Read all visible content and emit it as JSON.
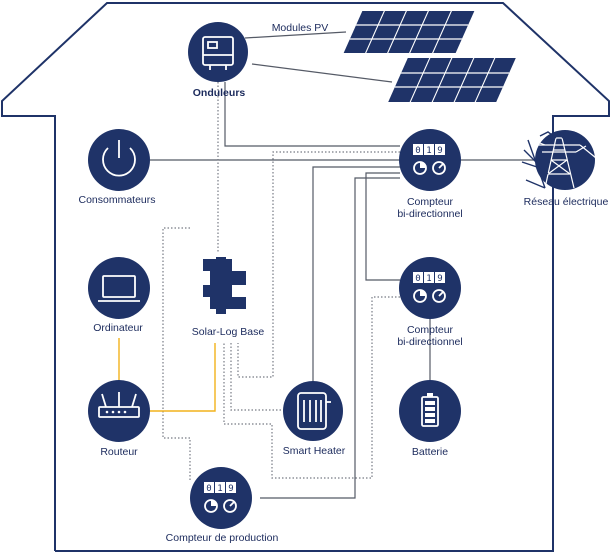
{
  "colors": {
    "node": "#1f3368",
    "line": "#555a66",
    "data_line": "#777b85",
    "network_line": "#f2b21b",
    "label": "#1b2a5c"
  },
  "labels": {
    "pv_modules": "Modules PV",
    "inverters": "Onduleurs",
    "consumers": "Consommateurs",
    "meter_top_line1": "Compteur",
    "meter_top_line2": "bi-directionnel",
    "grid": "Réseau électrique",
    "computer": "Ordinateur",
    "solarlog": "Solar-Log Base",
    "meter_mid_line1": "Compteur",
    "meter_mid_line2": "bi-directionnel",
    "router": "Routeur",
    "smart_heater": "Smart Heater",
    "battery": "Batterie",
    "production_meter": "Compteur de production"
  },
  "meter_digits": {
    "top": [
      "0",
      "1",
      "9"
    ],
    "mid": [
      "0",
      "1",
      "9"
    ],
    "production": [
      "0",
      "1",
      "9"
    ]
  },
  "icons": {
    "inverters": "inverter-icon",
    "consumers": "power-icon",
    "computer": "laptop-icon",
    "router": "router-icon",
    "solarlog": "solarlog-device-icon",
    "smart_heater": "heater-icon",
    "battery": "battery-icon",
    "grid": "pylon-icon",
    "meters": "meter-icon",
    "pv_modules": "solar-panel-icon"
  }
}
